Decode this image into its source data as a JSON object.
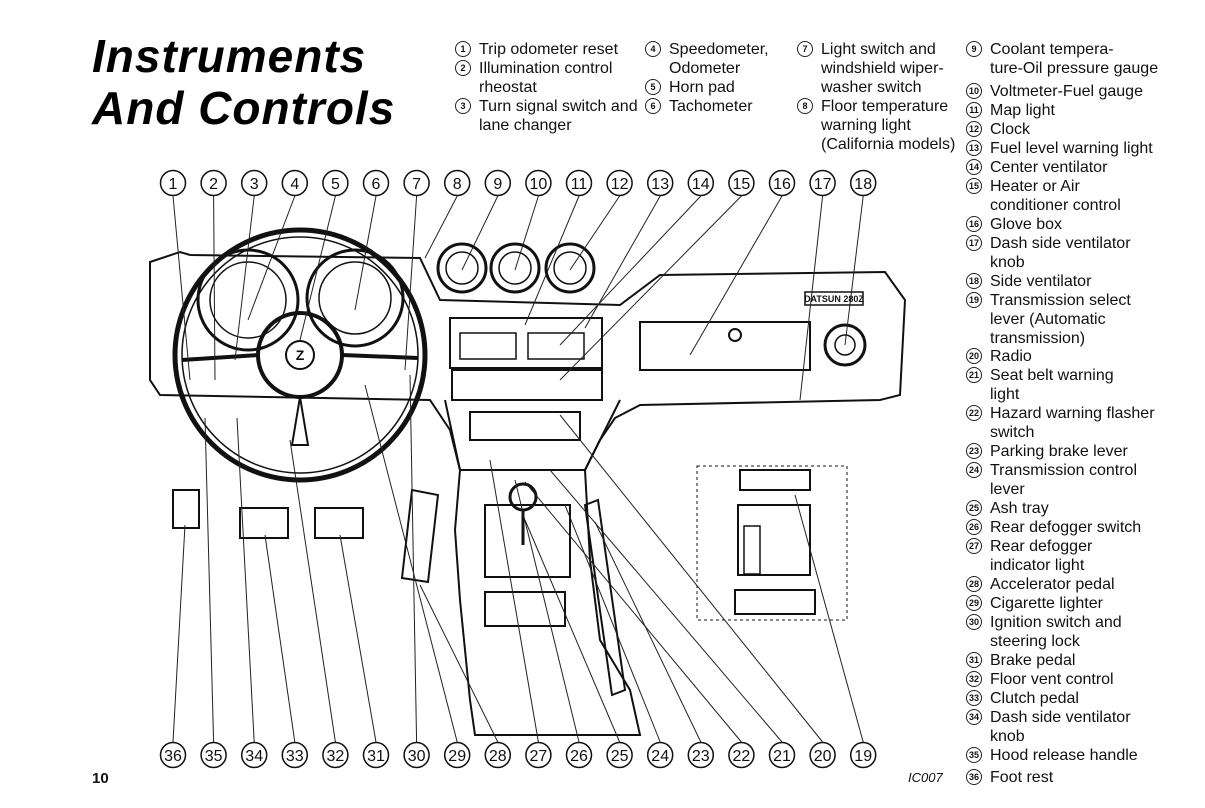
{
  "title": {
    "line1": "Instruments",
    "line2": "And Controls"
  },
  "legend": [
    {
      "num": "1",
      "text": "Trip odometer reset"
    },
    {
      "num": "2",
      "text": "Illumination control\nrheostat"
    },
    {
      "num": "3",
      "text": "Turn signal switch and\nlane changer"
    },
    {
      "num": "4",
      "text": "Speedometer,\nOdometer"
    },
    {
      "num": "5",
      "text": "Horn pad"
    },
    {
      "num": "6",
      "text": "Tachometer"
    },
    {
      "num": "7",
      "text": "Light switch and\nwindshield wiper-\nwasher switch"
    },
    {
      "num": "8",
      "text": "Floor temperature\nwarning light\n(California models)"
    },
    {
      "num": "9",
      "text": "Coolant tempera-\nture-Oil pressure gauge"
    },
    {
      "num": "10",
      "text": "Voltmeter-Fuel gauge"
    },
    {
      "num": "11",
      "text": "Map light"
    },
    {
      "num": "12",
      "text": "Clock"
    },
    {
      "num": "13",
      "text": "Fuel level warning light"
    },
    {
      "num": "14",
      "text": "Center ventilator"
    },
    {
      "num": "15",
      "text": "Heater or Air\nconditioner control"
    },
    {
      "num": "16",
      "text": "Glove box"
    },
    {
      "num": "17",
      "text": "Dash side ventilator\nknob"
    },
    {
      "num": "18",
      "text": "Side ventilator"
    },
    {
      "num": "19",
      "text": "Transmission select\nlever (Automatic\ntransmission)"
    },
    {
      "num": "20",
      "text": "Radio"
    },
    {
      "num": "21",
      "text": "Seat belt warning\nlight"
    },
    {
      "num": "22",
      "text": "Hazard warning flasher\nswitch"
    },
    {
      "num": "23",
      "text": "Parking brake lever"
    },
    {
      "num": "24",
      "text": "Transmission control\nlever"
    },
    {
      "num": "25",
      "text": "Ash tray"
    },
    {
      "num": "26",
      "text": "Rear defogger switch"
    },
    {
      "num": "27",
      "text": "Rear defogger\nindicator light"
    },
    {
      "num": "28",
      "text": "Accelerator pedal"
    },
    {
      "num": "29",
      "text": "Cigarette lighter"
    },
    {
      "num": "30",
      "text": "Ignition switch and\nsteering lock"
    },
    {
      "num": "31",
      "text": "Brake pedal"
    },
    {
      "num": "32",
      "text": "Floor vent control"
    },
    {
      "num": "33",
      "text": "Clutch pedal"
    },
    {
      "num": "34",
      "text": "Dash side ventilator\nknob"
    },
    {
      "num": "35",
      "text": "Hood release handle"
    },
    {
      "num": "36",
      "text": "Foot rest"
    }
  ],
  "callouts_top": [
    "1",
    "2",
    "3",
    "4",
    "5",
    "6",
    "7",
    "8",
    "9",
    "10",
    "11",
    "12",
    "13",
    "14",
    "15",
    "16",
    "17",
    "18"
  ],
  "callouts_bottom": [
    "36",
    "35",
    "34",
    "33",
    "32",
    "31",
    "30",
    "29",
    "28",
    "27",
    "26",
    "25",
    "24",
    "23",
    "22",
    "21",
    "20",
    "19"
  ],
  "badge_text": "DATSUN 280Z",
  "horn_emblem": "Z",
  "page_number": "10",
  "figure_code": "IC007"
}
